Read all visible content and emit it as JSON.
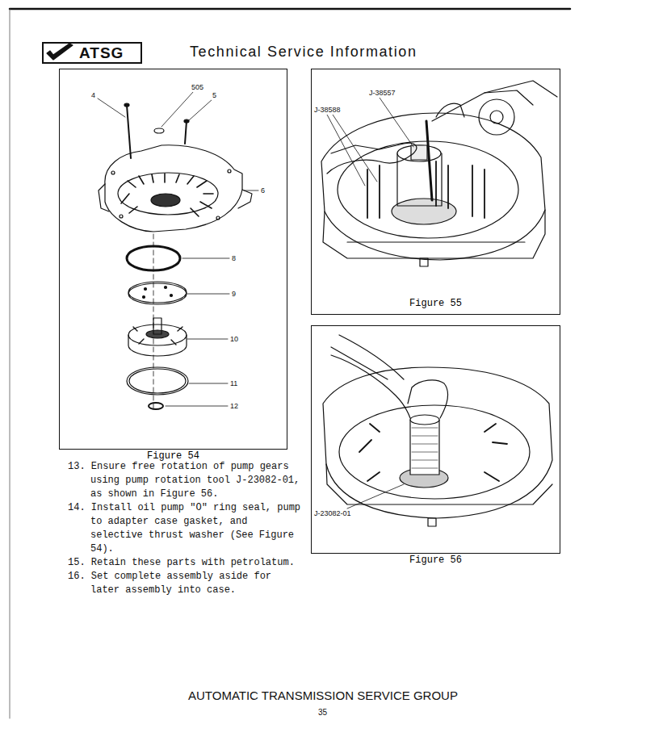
{
  "diagram": {
    "title": "Technical Service Information",
    "nodes": [
      {
        "text": [
          "ATSG"
        ]
      },
      {
        "text": [
          "Figure 54"
        ]
      },
      {
        "text": [
          "Figure 55"
        ]
      },
      {
        "text": [
          "Figure 56"
        ]
      }
    ],
    "labels": [
      "4",
      "505",
      "5",
      "6",
      "8",
      "9",
      "10",
      "11",
      "12",
      "J-38557",
      "J-38588",
      "J-23082-01",
      "13. Ensure free rotation of pump gears using pump rotation tool J-23082-01, as shown in Figure 56.",
      "14. Install oil pump \"O\" ring seal, pump to adapter case gasket, and selective thrust washer (See Figure 54).",
      "15. Retain these parts with petrolatum.",
      "16. Set complete assembly aside for later assembly into case.",
      "AUTOMATIC TRANSMISSION SERVICE GROUP",
      "35"
    ]
  }
}
